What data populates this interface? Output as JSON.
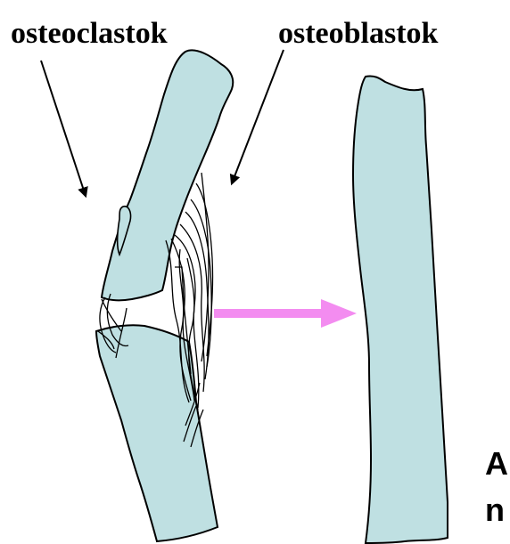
{
  "labels": {
    "osteoclast": "osteoclastok",
    "osteoblast": "osteoblastok",
    "corner_line1": "A",
    "corner_line2": "n"
  },
  "colors": {
    "bone_fill": "#bfe0e2",
    "bone_stroke": "#000000",
    "arrow_color": "#f38cf0",
    "pointer_color": "#000000"
  }
}
